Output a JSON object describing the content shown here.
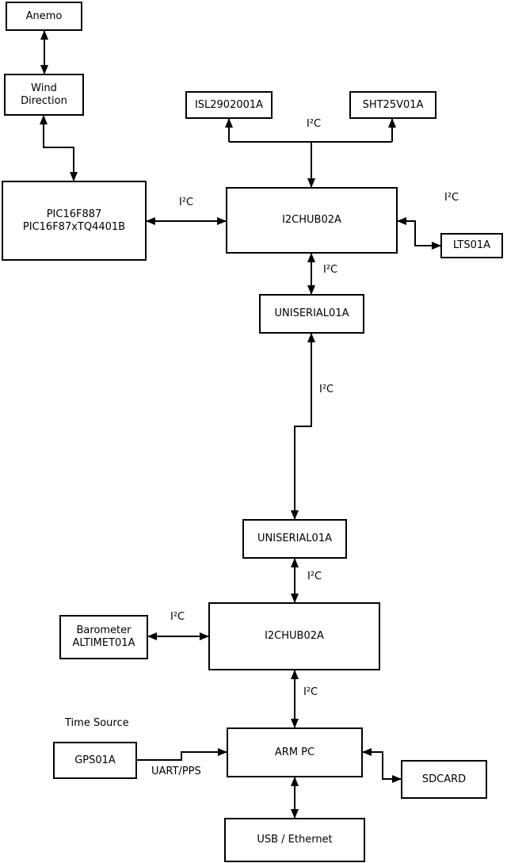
{
  "colors": {
    "background": "#ffffff",
    "line": "#000000",
    "box_fill": "#ffffff",
    "text": "#000000"
  },
  "boxes": {
    "anemo": {
      "label": "Anemo"
    },
    "wind_direction": {
      "line1": "Wind",
      "line2": "Direction"
    },
    "pic": {
      "line1": "PIC16F887",
      "line2": "PIC16F87xTQ4401B"
    },
    "isl": {
      "label": "ISL2902001A"
    },
    "sht": {
      "label": "SHT25V01A"
    },
    "hub_top": {
      "label": "I2CHUB02A"
    },
    "lts": {
      "label": "LTS01A"
    },
    "uniserial_top": {
      "label": "UNISERIAL01A"
    },
    "uniserial_bottom": {
      "label": "UNISERIAL01A"
    },
    "hub_bottom": {
      "label": "I2CHUB02A"
    },
    "barometer": {
      "line1": "Barometer",
      "line2": "ALTIMET01A"
    },
    "gps": {
      "label": "GPS01A"
    },
    "arm_pc": {
      "label": "ARM PC"
    },
    "sdcard": {
      "label": "SDCARD"
    },
    "usb_ethernet": {
      "label": "USB / Ethernet"
    }
  },
  "edge_labels": {
    "i2c_hub_sensors": "I²C",
    "i2c_pic_hub": "I²C",
    "i2c_hub_lts": "I²C",
    "i2c_hub_uniserial": "I²C",
    "i2c_uniserial_link": "I²C",
    "i2c_uniserial_hub2": "I²C",
    "i2c_barometer_hub2": "I²C",
    "i2c_hub2_armpc": "I²C",
    "time_source": "Time Source",
    "uart_pps": "UART/PPS"
  }
}
